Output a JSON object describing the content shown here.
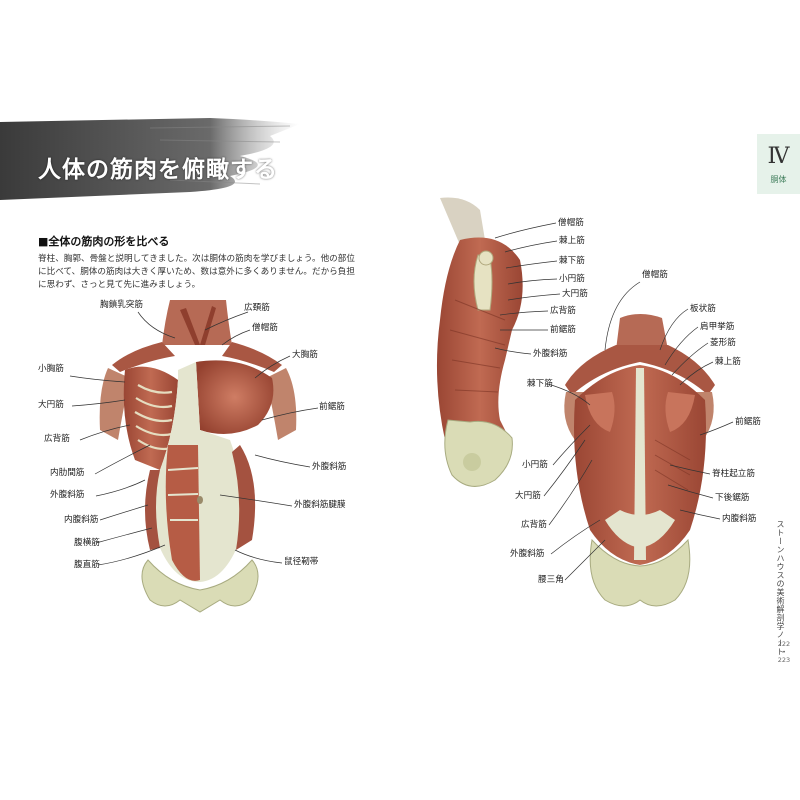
{
  "header": {
    "title": "人体の筋肉を俯瞰する"
  },
  "chapter": {
    "numeral": "Ⅳ",
    "name": "胴体"
  },
  "section": {
    "heading": "■全体の筋肉の形を比べる",
    "body": "脊柱、胸郭、骨盤と説明してきました。次は胴体の筋肉を学びましょう。他の部位に比べて、胴体の筋肉は大きく厚いため、数は意外に多くありません。だから負担に思わず、さっと見て先に進みましょう。"
  },
  "front_labels": {
    "sternocleidomastoid": "胸鎖乳突筋",
    "platysma": "広頚筋",
    "trapezius": "僧帽筋",
    "pectoralis_minor": "小胸筋",
    "pectoralis_major": "大胸筋",
    "teres_major": "大円筋",
    "serratus_anterior": "前鋸筋",
    "latissimus_dorsi": "広背筋",
    "intercostal": "内肋間筋",
    "external_oblique_right": "外腹斜筋",
    "external_oblique_left": "外腹斜筋",
    "external_oblique_aponeurosis": "外腹斜筋腱膜",
    "internal_oblique": "内腹斜筋",
    "transversus": "腹横筋",
    "rectus_abdominis": "腹直筋",
    "inguinal_ligament": "鼠径靭帯"
  },
  "side_labels": {
    "trapezius": "僧帽筋",
    "supraspinatus": "棘上筋",
    "infraspinatus": "棘下筋",
    "teres_minor": "小円筋",
    "teres_major": "大円筋",
    "latissimus_dorsi": "広背筋",
    "serratus_anterior": "前鋸筋",
    "external_oblique": "外腹斜筋"
  },
  "back_labels": {
    "trapezius": "僧帽筋",
    "splenius": "板状筋",
    "levator_scapulae": "肩甲挙筋",
    "rhomboid": "菱形筋",
    "supraspinatus": "棘上筋",
    "infraspinatus": "棘下筋",
    "serratus_anterior": "前鋸筋",
    "teres_minor": "小円筋",
    "erector_spinae": "脊柱起立筋",
    "teres_major": "大円筋",
    "serratus_posterior_inferior": "下後鋸筋",
    "latissimus_dorsi": "広背筋",
    "internal_oblique": "内腹斜筋",
    "external_oblique": "外腹斜筋",
    "lumbar_triangle": "腰三角"
  },
  "sidebar": {
    "book_title": "ストーンハウスの美術解剖学ノート",
    "pages": [
      "222",
      "223"
    ]
  },
  "colors": {
    "muscle": "#b8604a",
    "muscle_dark": "#8f3f2e",
    "tendon": "#e6e8d2",
    "bone": "#d9dcb4",
    "ink": "#2b2b2b"
  }
}
